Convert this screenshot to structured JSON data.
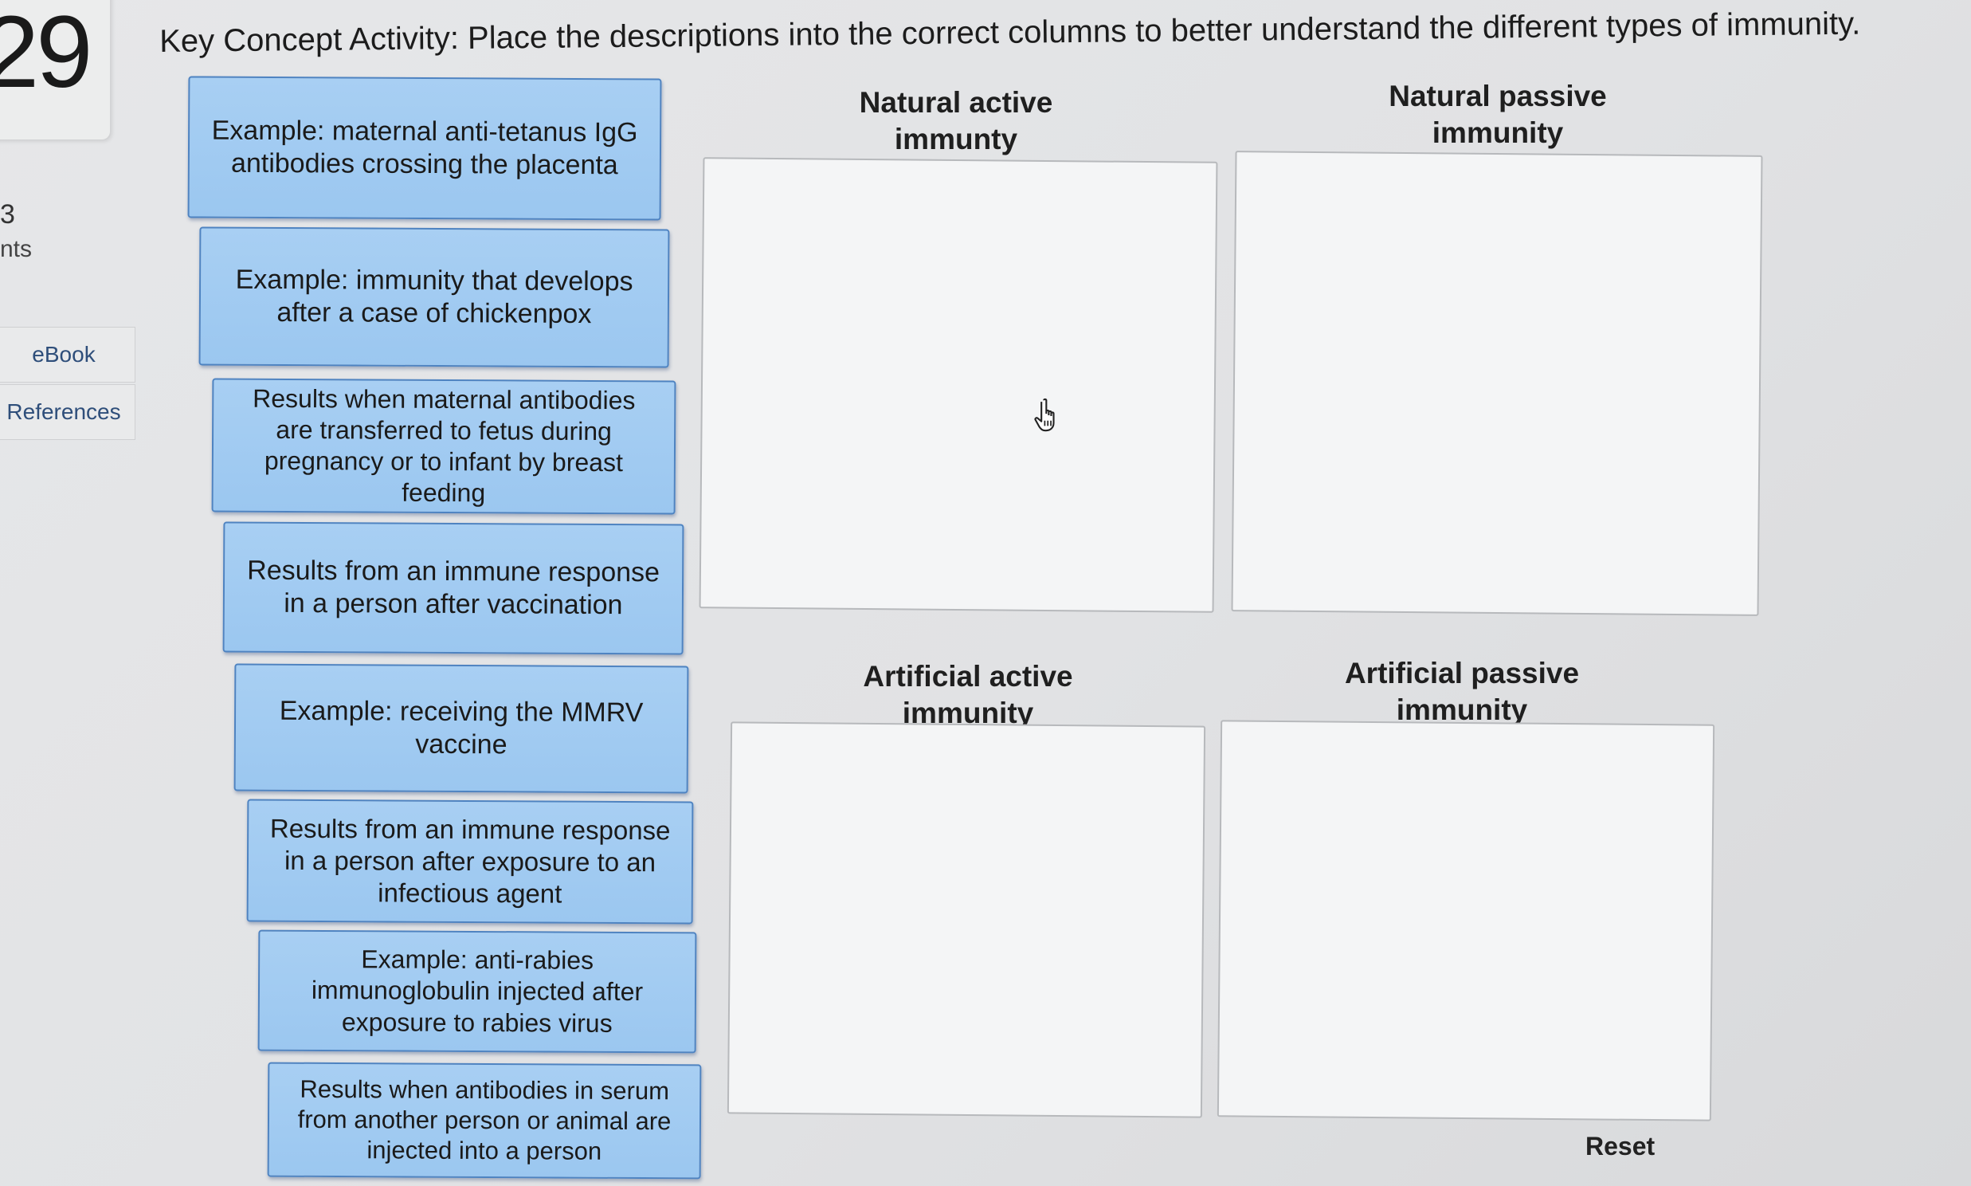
{
  "sidebar": {
    "question_number": "29",
    "points_value": "3",
    "points_label": "nts",
    "ebook_label": "eBook",
    "references_label": "References"
  },
  "instructions": "Key Concept Activity: Place the descriptions into the correct columns to better understand the different types of immunity.",
  "cards": [
    "Example: maternal anti-tetanus IgG antibodies crossing the placenta",
    "Example: immunity that develops after a case of chickenpox",
    "Results when maternal antibodies are transferred to fetus during pregnancy or to infant by breast feeding",
    "Results from an immune response in a person after vaccination",
    "Example: receiving the MMRV vaccine",
    "Results from an immune response in a person after exposure to an infectious agent",
    "Example: anti-rabies immunoglobulin injected after exposure to rabies virus",
    "Results when antibodies in serum from another person or animal are injected into a person"
  ],
  "columns": {
    "natural_active": "Natural active immunty",
    "natural_passive": "Natural passive immunity",
    "artificial_active": "Artificial active immunity",
    "artificial_passive": "Artificial passive immunity"
  },
  "reset_label": "Reset",
  "icons": {
    "cursor": "hand-pointer-icon"
  },
  "colors": {
    "card_fill": "#a8cff3",
    "card_border": "#4e83c1",
    "drop_zone_fill": "#f4f5f6",
    "drop_zone_border": "#b7b9bc"
  }
}
